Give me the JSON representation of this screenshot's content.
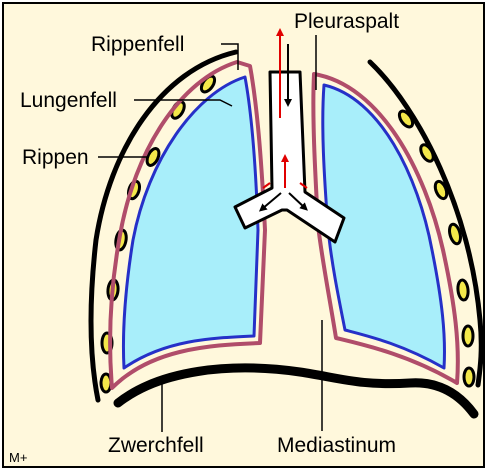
{
  "labels": {
    "rippenfell": "Rippenfell",
    "pleuraspalt": "Pleuraspalt",
    "lungenfell": "Lungenfell",
    "rippen": "Rippen",
    "zwerchfell": "Zwerchfell",
    "mediastinum": "Mediastinum",
    "corner_mark": "M+"
  },
  "colors": {
    "background": "#FFF8DC",
    "lung_fill": "#A8EEFA",
    "lung_edge": "#2630C8",
    "pleura": "#B04D6A",
    "rib_fill": "#F3E84A",
    "lines": "#000000",
    "arrow_red": "#E00000"
  }
}
